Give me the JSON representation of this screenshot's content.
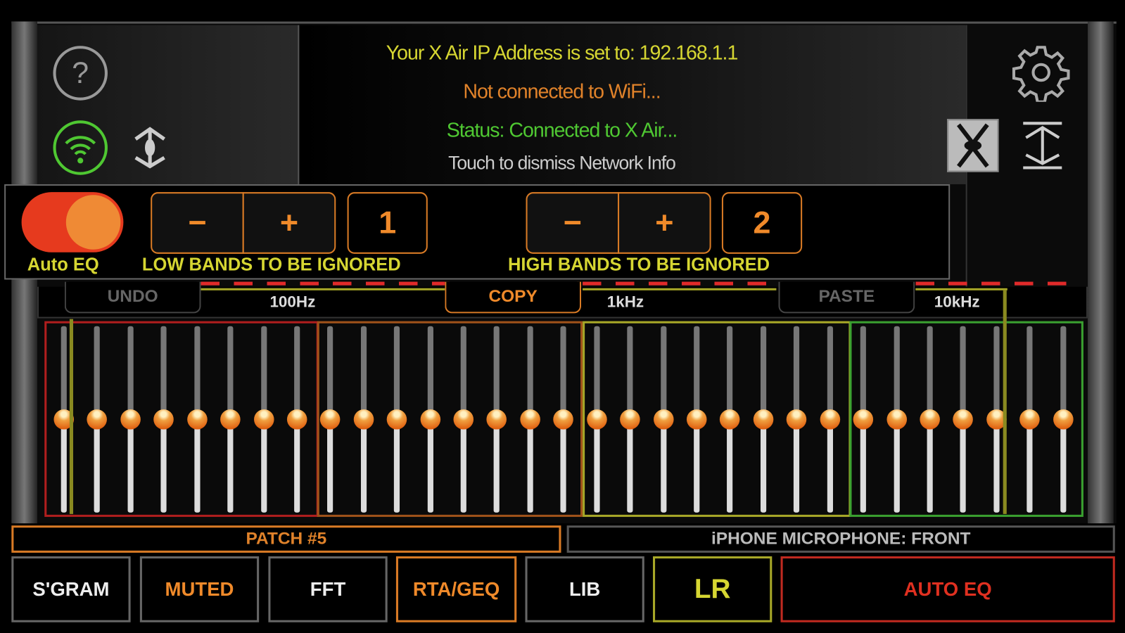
{
  "network_info": {
    "ip_line": "Your X Air IP Address is set to: 192.168.1.1",
    "wifi_line": "Not connected to WiFi...",
    "status_line": "Status: Connected to X Air...",
    "dismiss_line": "Touch to dismiss Network Info"
  },
  "auto_eq_panel": {
    "toggle_label": "Auto EQ",
    "toggle_on": true,
    "low": {
      "minus": "−",
      "plus": "+",
      "value": "1",
      "label": "LOW BANDS TO BE IGNORED"
    },
    "high": {
      "minus": "−",
      "plus": "+",
      "value": "2",
      "label": "HIGH BANDS TO BE IGNORED"
    }
  },
  "edit_tabs": {
    "undo": "UNDO",
    "copy": "COPY",
    "paste": "PASTE"
  },
  "freq_labels": {
    "f100": "100Hz",
    "f1k": "1kHz",
    "f10k": "10kHz"
  },
  "geq": {
    "band_count": 31,
    "gains_db": [
      0,
      0,
      0,
      0,
      0,
      0,
      0,
      0,
      0,
      0,
      0,
      0,
      0,
      0,
      0,
      0,
      0,
      0,
      0,
      0,
      0,
      0,
      0,
      0,
      0,
      0,
      0,
      0,
      0,
      0,
      0
    ],
    "range_db": [
      -15,
      15
    ],
    "group_colors": [
      "#b01e1e",
      "#a0521a",
      "#a8a828",
      "#3aa030"
    ]
  },
  "status_bar": {
    "patch": "PATCH #5",
    "source": "iPHONE MICROPHONE: FRONT"
  },
  "bottom_buttons": {
    "sgram": "S'GRAM",
    "muted": "MUTED",
    "fft": "FFT",
    "rta_geq": "RTA/GEQ",
    "lib": "LIB",
    "lr": "LR",
    "auto_eq": "AUTO EQ"
  },
  "colors": {
    "accent_orange": "#f08a2a",
    "label_yellow": "#d6d632",
    "status_green": "#4fc832",
    "alert_red": "#e03020"
  }
}
